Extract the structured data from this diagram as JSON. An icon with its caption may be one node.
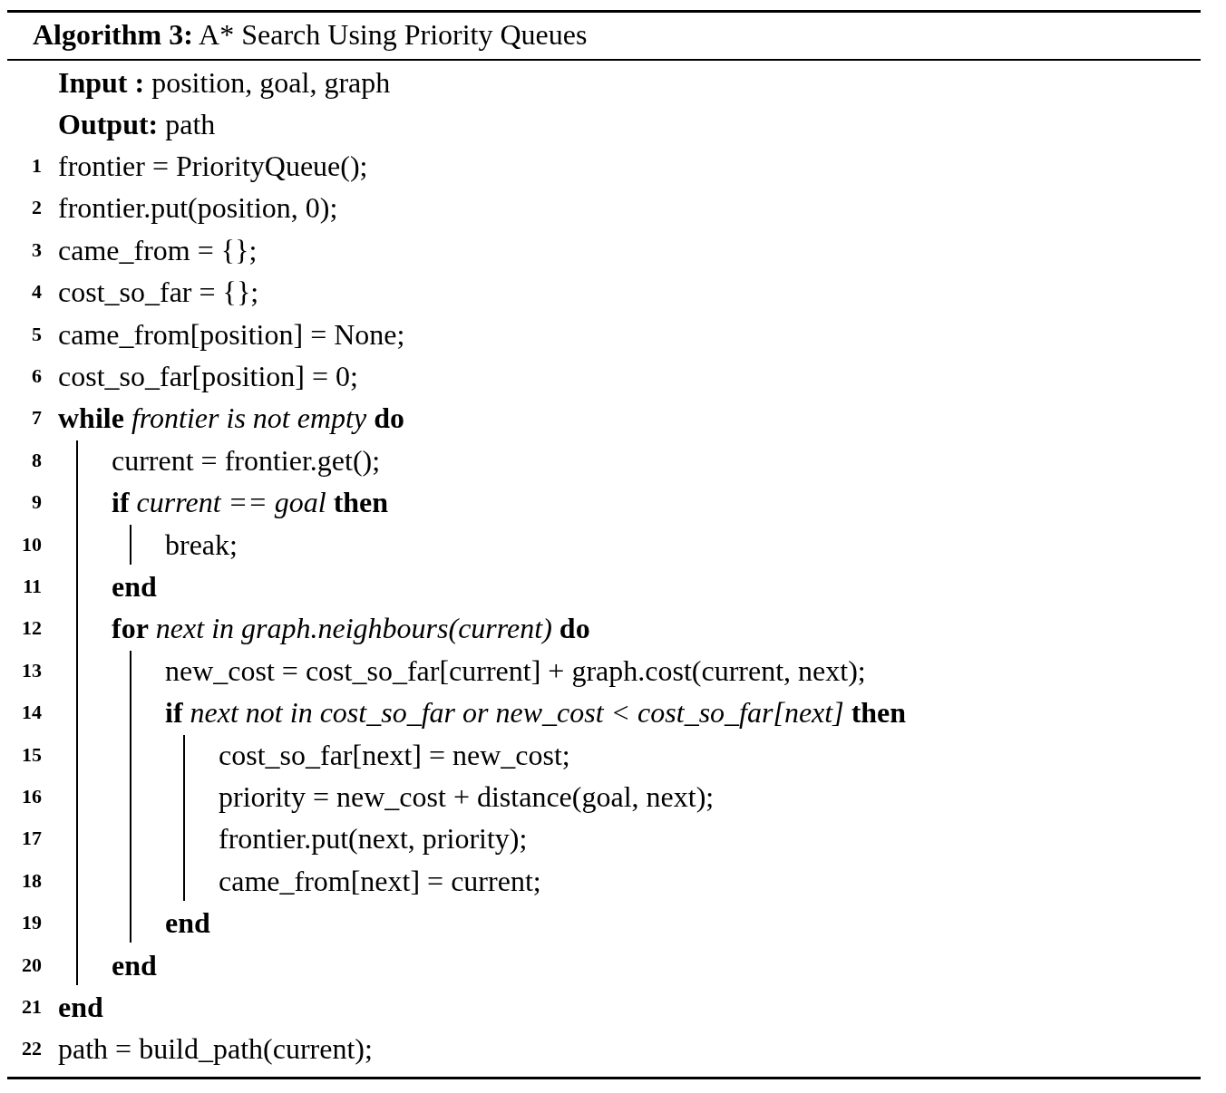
{
  "diagram": {
    "title": "**Algorithm 3:** A* Search Using Priority Queues",
    "labels": [
      "**Input :** position, goal, graph",
      "**Output:** path",
      "1",
      "frontier = PriorityQueue();",
      "2",
      "frontier.put(position, 0);",
      "3",
      "came_from = {};",
      "4",
      "cost_so_far = {};",
      "5",
      "came_from[position] = None;",
      "6",
      "cost_so_far[position] = 0;",
      "7",
      "**while** *frontier is not empty* **do**",
      "8",
      "current = frontier.get();",
      "9",
      "**if** *current == goal* **then**",
      "10",
      "break;",
      "11",
      "end",
      "12",
      "**for** *next in graph.neighbours(current)* **do**",
      "13",
      "new_cost = cost_so_far[current] + graph.cost(current, next);",
      "14",
      "**if** *next not in cost_so_far or new_cost < cost_so_far[next]* **then**",
      "15",
      "cost_so_far[next] = new_cost;",
      "16",
      "priority = new_cost + distance(goal, next);",
      "17",
      "frontier.put(next, priority);",
      "18",
      "came_from[next] = current;",
      "19",
      "end",
      "20",
      "end",
      "21",
      "end",
      "22",
      "path = build_path(current);"
    ]
  }
}
